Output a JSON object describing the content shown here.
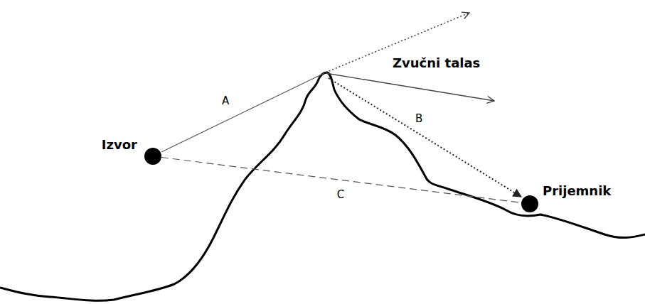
{
  "diagram": {
    "nodes": [
      {
        "text": [
          "Izvor"
        ]
      },
      {
        "text": [
          "Prijemnik"
        ]
      }
    ],
    "edges": [
      {
        "from": 0,
        "to": 1,
        "arrow": "none",
        "label": "C"
      }
    ],
    "labels": [
      "A",
      "Zvučni talas",
      "B"
    ]
  }
}
